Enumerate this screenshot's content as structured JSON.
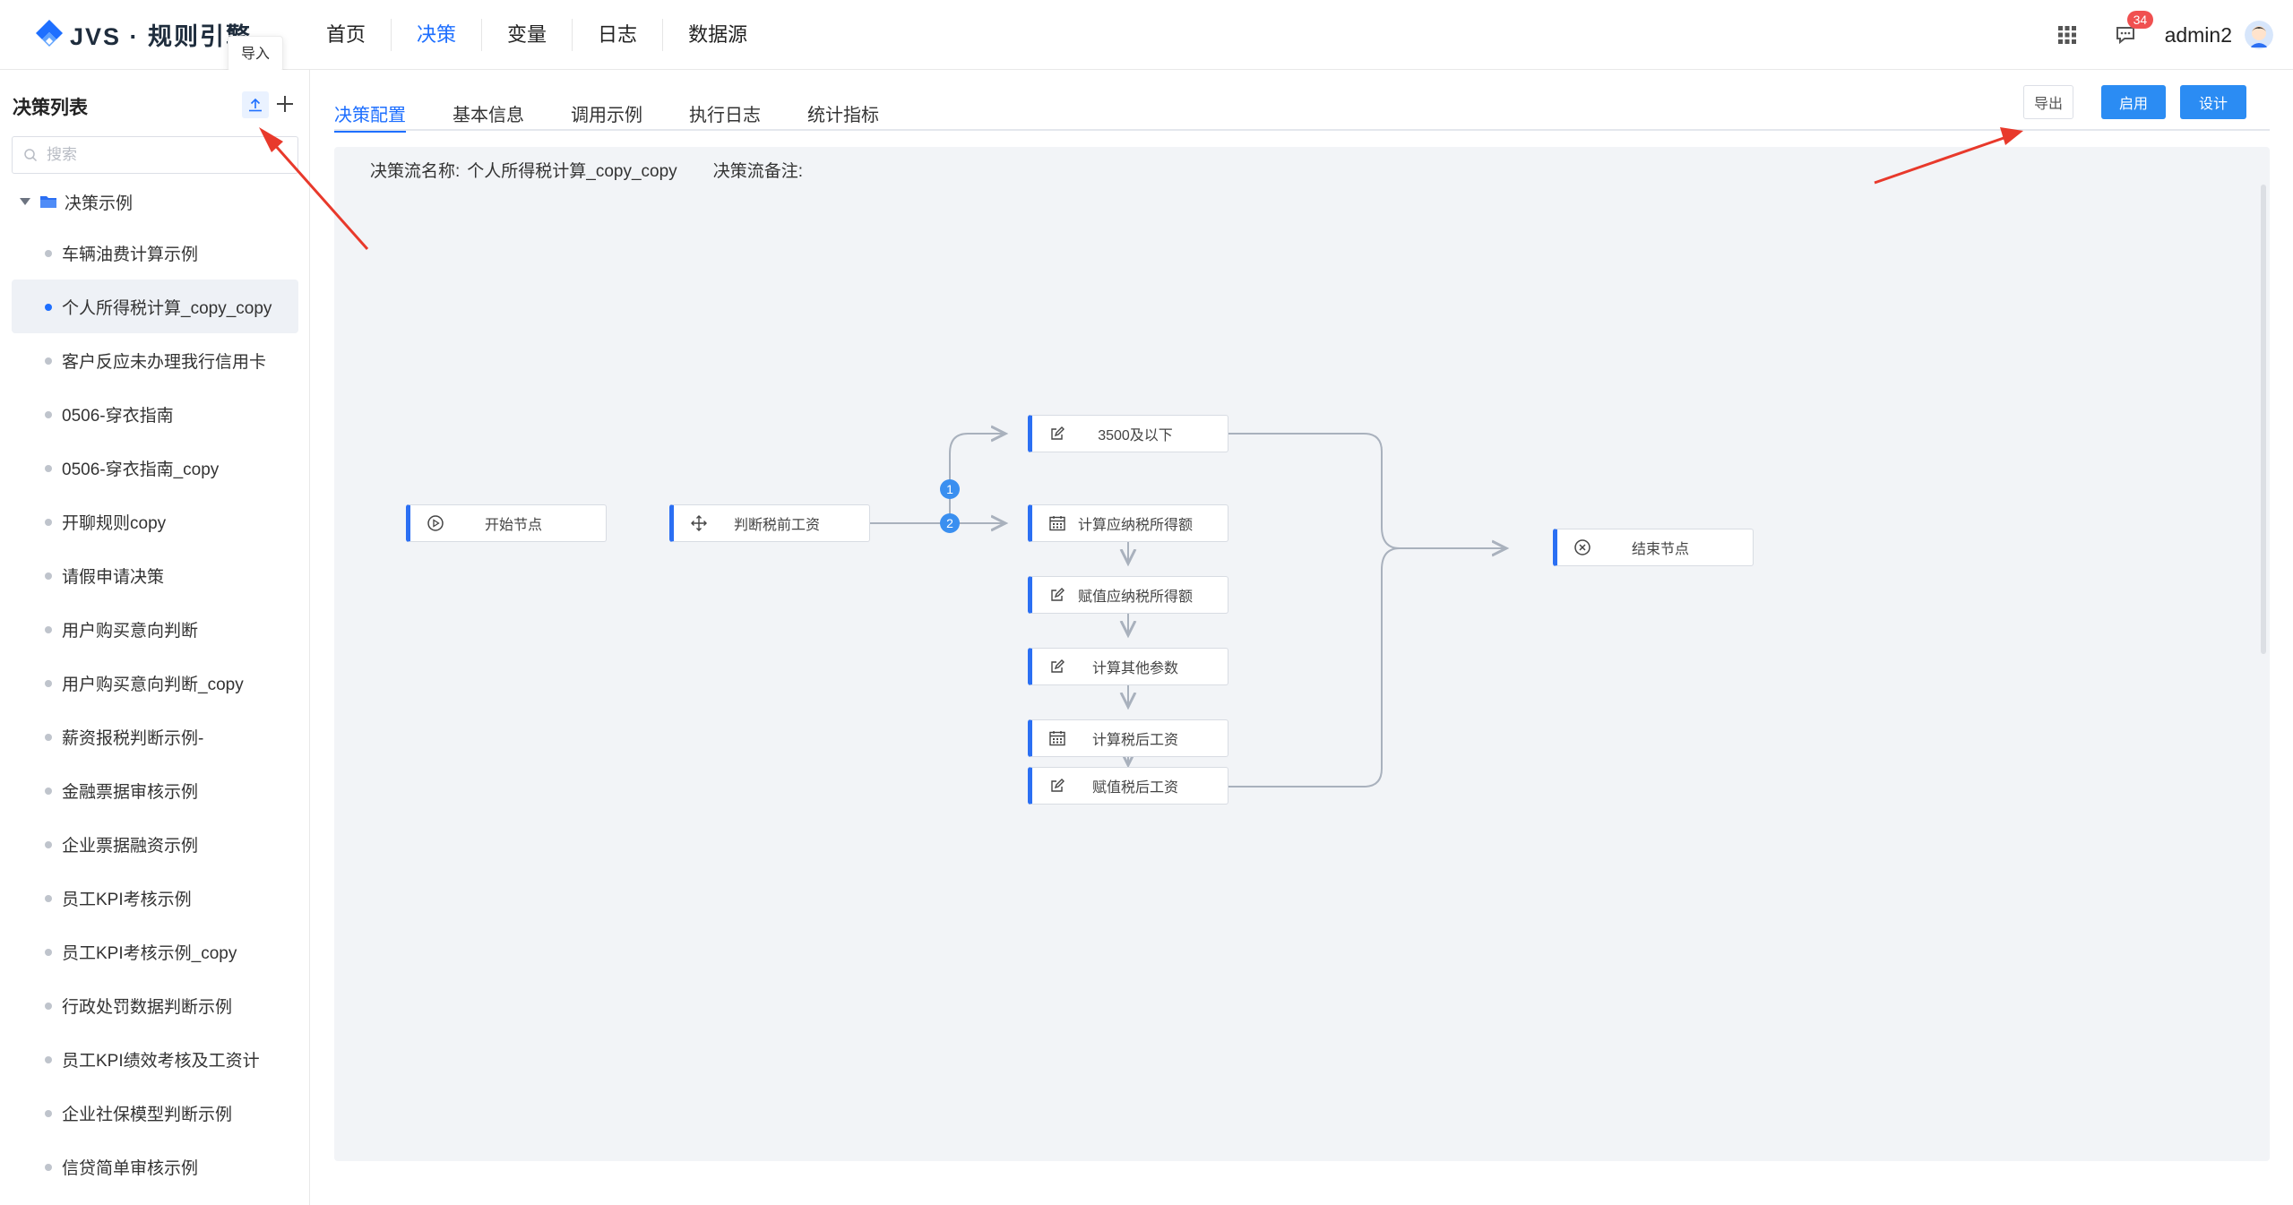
{
  "app": {
    "logo_text": "JVS · 规则引擎",
    "nav": [
      "首页",
      "决策",
      "变量",
      "日志",
      "数据源"
    ],
    "active_nav": "决策",
    "message_count": "34",
    "username": "admin2",
    "tooltip": "导入"
  },
  "sidebar": {
    "title": "决策列表",
    "search_placeholder": "搜索",
    "root": "决策示例",
    "items": [
      "车辆油费计算示例",
      "个人所得税计算_copy_copy",
      "客户反应未办理我行信用卡",
      "0506-穿衣指南",
      "0506-穿衣指南_copy",
      "开聊规则copy",
      "请假申请决策",
      "用户购买意向判断",
      "用户购买意向判断_copy",
      "薪资报税判断示例-",
      "金融票据审核示例",
      "企业票据融资示例",
      "员工KPI考核示例",
      "员工KPI考核示例_copy",
      "行政处罚数据判断示例",
      "员工KPI绩效考核及工资计",
      "企业社保模型判断示例",
      "信贷简单审核示例"
    ],
    "active_index": 1
  },
  "main": {
    "tabs": [
      "决策配置",
      "基本信息",
      "调用示例",
      "执行日志",
      "统计指标"
    ],
    "active_tab": "决策配置",
    "buttons": {
      "export": "导出",
      "enable": "启用",
      "design": "设计"
    },
    "flow_name_label": "决策流名称:",
    "flow_name": "个人所得税计算_copy_copy",
    "flow_remark_label": "决策流备注:"
  },
  "flow": {
    "nodes": {
      "start": "开始节点",
      "judge": "判断税前工资",
      "under3500": "3500及以下",
      "calc_taxable": "计算应纳税所得额",
      "assign_taxable": "赋值应纳税所得额",
      "calc_other": "计算其他参数",
      "calc_after": "计算税后工资",
      "assign_after": "赋值税后工资",
      "end": "结束节点"
    },
    "branch_labels": [
      "1",
      "2"
    ]
  },
  "colors": {
    "accent": "#1e6fff",
    "button": "#2b8cf3",
    "node_border": "#2b6ff3",
    "badge": "#f05050",
    "annotation_arrow": "#e8392b"
  }
}
